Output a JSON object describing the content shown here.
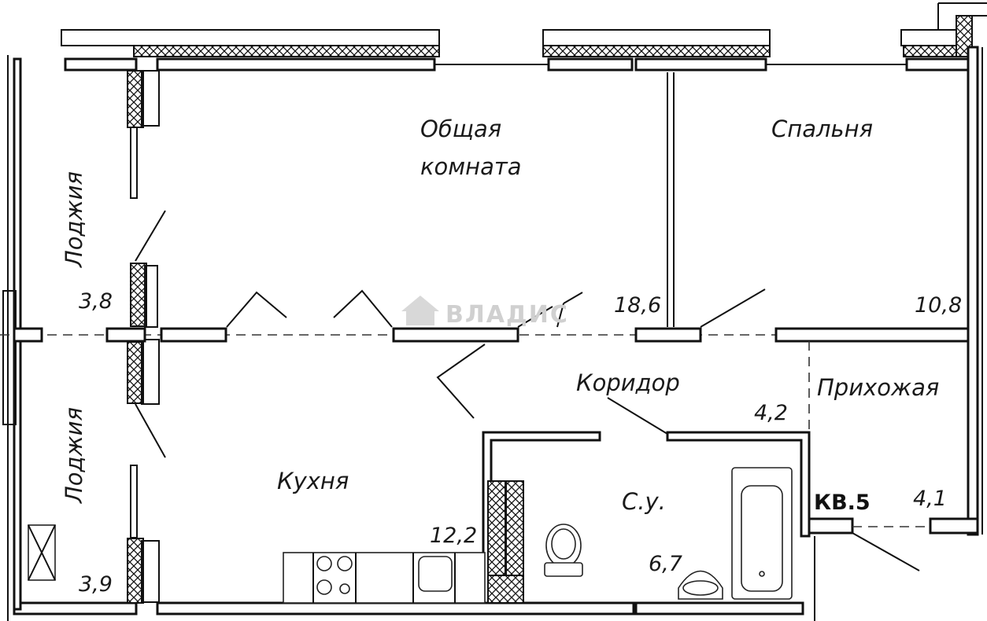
{
  "plan": {
    "apartment_label": "КВ.5",
    "watermark": "ВЛАДИС",
    "rooms": [
      {
        "id": "living",
        "name_line1": "Общая",
        "name_line2": "комната",
        "area": "18,6"
      },
      {
        "id": "bedroom",
        "name": "Спальня",
        "area": "10,8"
      },
      {
        "id": "corridor",
        "name": "Коридор",
        "area": "4,2"
      },
      {
        "id": "hall",
        "name": "Прихожая",
        "area": "4,1"
      },
      {
        "id": "kitchen",
        "name": "Кухня",
        "area": "12,2"
      },
      {
        "id": "bathroom",
        "name": "С.у.",
        "area": "6,7"
      },
      {
        "id": "loggia-top",
        "name": "Лоджия",
        "area": "3,8"
      },
      {
        "id": "loggia-bottom",
        "name": "Лоджия",
        "area": "3,9"
      }
    ]
  }
}
